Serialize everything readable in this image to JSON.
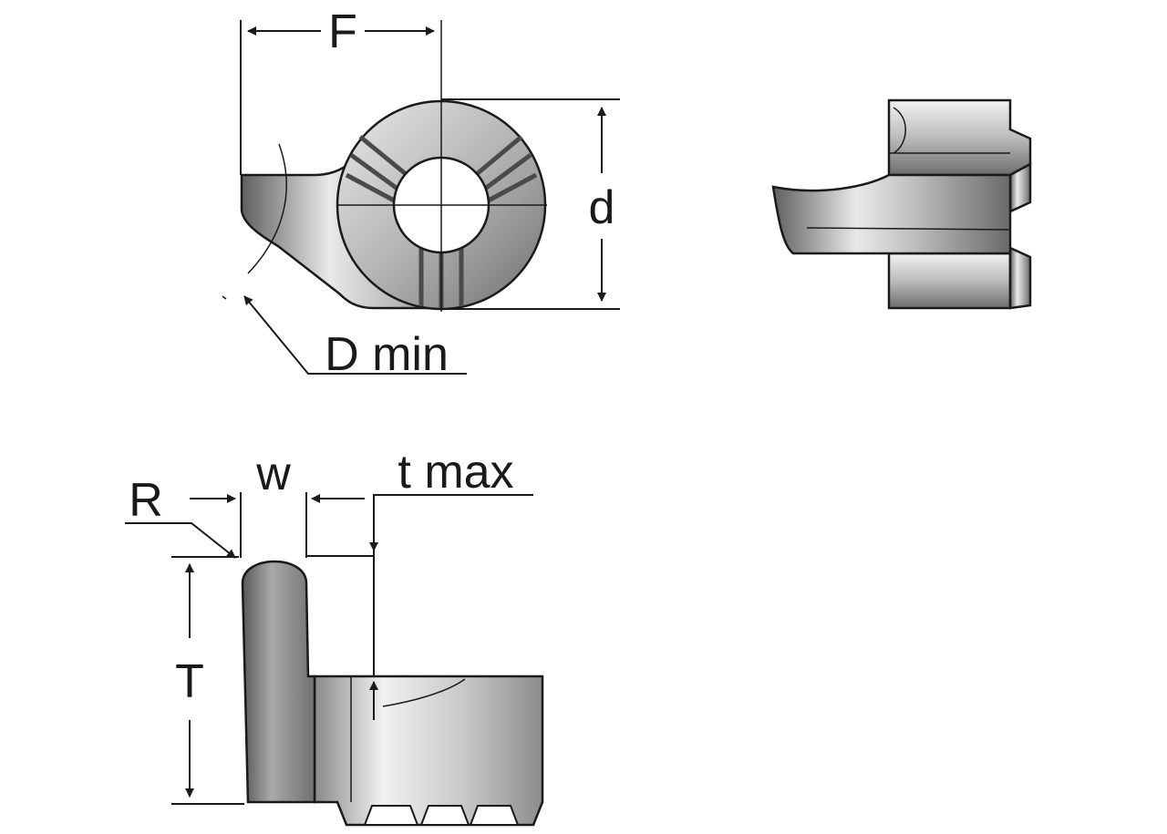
{
  "labels": {
    "F": "F",
    "d": "d",
    "d_min": "D min",
    "w": "w",
    "t_max": "t max",
    "R": "R",
    "T": "T"
  }
}
